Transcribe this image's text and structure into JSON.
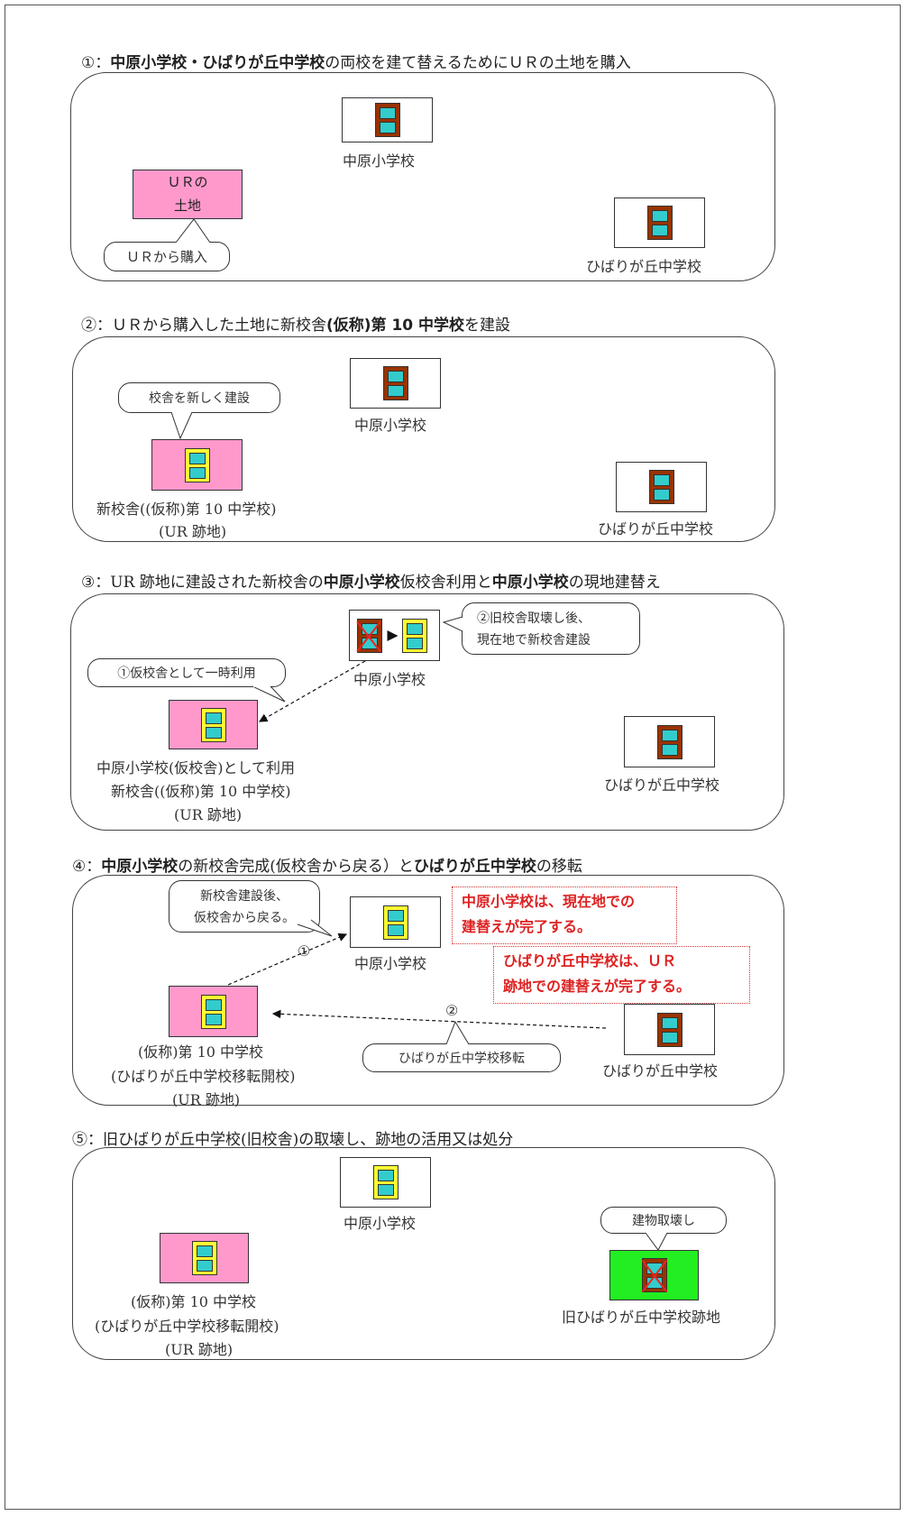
{
  "step1": {
    "heading": {
      "pre": "①：",
      "b1": "中原小学校・ひばりが丘中学校",
      "post": "の両校を建て替えるためにＵＲの土地を購入"
    },
    "ur_land_line1": "ＵＲの",
    "ur_land_line2": "土地",
    "callout": "ＵＲから購入",
    "nakahara_label": "中原小学校",
    "hibari_label": "ひばりが丘中学校"
  },
  "step2": {
    "heading": {
      "pre": "②：ＵＲから購入した土地に新校舎",
      "b1": "(仮称)第 10 中学校",
      "post": "を建設"
    },
    "callout": "校舎を新しく建設",
    "nakahara_label": "中原小学校",
    "newschool_line1": "新校舎((仮称)第 10 中学校)",
    "newschool_line2": "(UR 跡地)",
    "hibari_label": "ひばりが丘中学校"
  },
  "step3": {
    "heading": {
      "pre": "③：UR 跡地に建設された新校舎の",
      "b1": "中原小学校",
      "mid": "仮校舎利用と",
      "b2": "中原小学校",
      "post": "の現地建替え"
    },
    "callout_right_line1": "②旧校舎取壊し後、",
    "callout_right_line2": "現在地で新校舎建設",
    "callout_left": "①仮校舎として一時利用",
    "nakahara_label": "中原小学校",
    "new_line1": "中原小学校(仮校舎)として利用",
    "new_line2": "新校舎((仮称)第 10 中学校)",
    "new_line3": "(UR 跡地)",
    "hibari_label": "ひばりが丘中学校"
  },
  "step4": {
    "heading": {
      "pre": "④：",
      "b1": "中原小学校",
      "mid": "の新校舎完成(仮校舎から戻る）と",
      "b2": "ひばりが丘中学校",
      "post": "の移転"
    },
    "callout_top_line1": "新校舎建設後、",
    "callout_top_line2": "仮校舎から戻る。",
    "arrow1_label": "①",
    "arrow2_label": "②",
    "nakahara_label": "中原小学校",
    "note1_line1": "中原小学校は、現在地での",
    "note1_line2": "建替えが完了する。",
    "note2_line1": "ひばりが丘中学校は、ＵＲ",
    "note2_line2": "跡地での建替えが完了する。",
    "callout_bottom": "ひばりが丘中学校移転",
    "new_line1": "(仮称)第 10 中学校",
    "new_line2": "(ひばりが丘中学校移転開校)",
    "new_line3": "(UR 跡地)",
    "hibari_label": "ひばりが丘中学校"
  },
  "step5": {
    "heading": {
      "pre": "⑤：旧ひばりが丘中学校(旧校舎)の取壊し、跡地の活用又は処分"
    },
    "nakahara_label": "中原小学校",
    "callout": "建物取壊し",
    "new_line1": "(仮称)第 10 中学校",
    "new_line2": "(ひばりが丘中学校移転開校)",
    "new_line3": "(UR 跡地)",
    "former_site_label": "旧ひばりが丘中学校跡地"
  },
  "colors": {
    "old_building": "#993300",
    "new_building": "#ffff33",
    "window": "#33cccc",
    "ur_land": "#ff99cc",
    "demolished_site": "#22ee22",
    "note_red": "#dd2222"
  }
}
